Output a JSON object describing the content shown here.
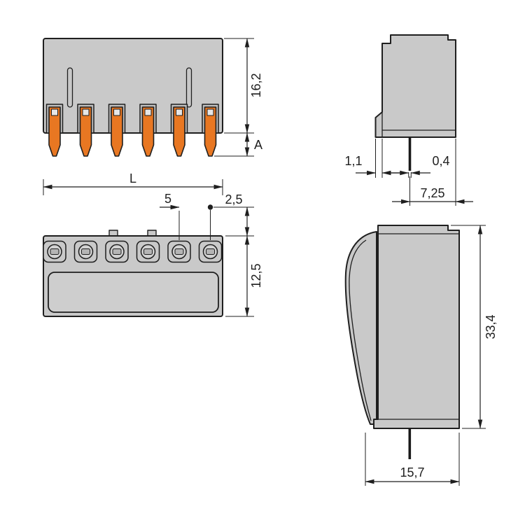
{
  "drawing": {
    "front_view": {
      "height": "16,2",
      "pin_length": "A"
    },
    "top_view": {
      "length": "L",
      "pitch": "5",
      "edge_distance": "2,5",
      "depth": "12,5"
    },
    "side_view_top": {
      "step": "1,1",
      "pin_thickness": "0,4",
      "pin_to_edge": "7,25"
    },
    "side_view_bottom": {
      "height": "33,4",
      "depth": "15,7"
    }
  },
  "colors": {
    "line": "#1f1f1f",
    "body_fill": "#c9c9c9",
    "body_fill_dark": "#bfbfbf",
    "body_fill_light": "#d2d2d2",
    "pin_fill": "#e87722",
    "pin_dark": "#1a1a1a",
    "background": "#ffffff"
  }
}
